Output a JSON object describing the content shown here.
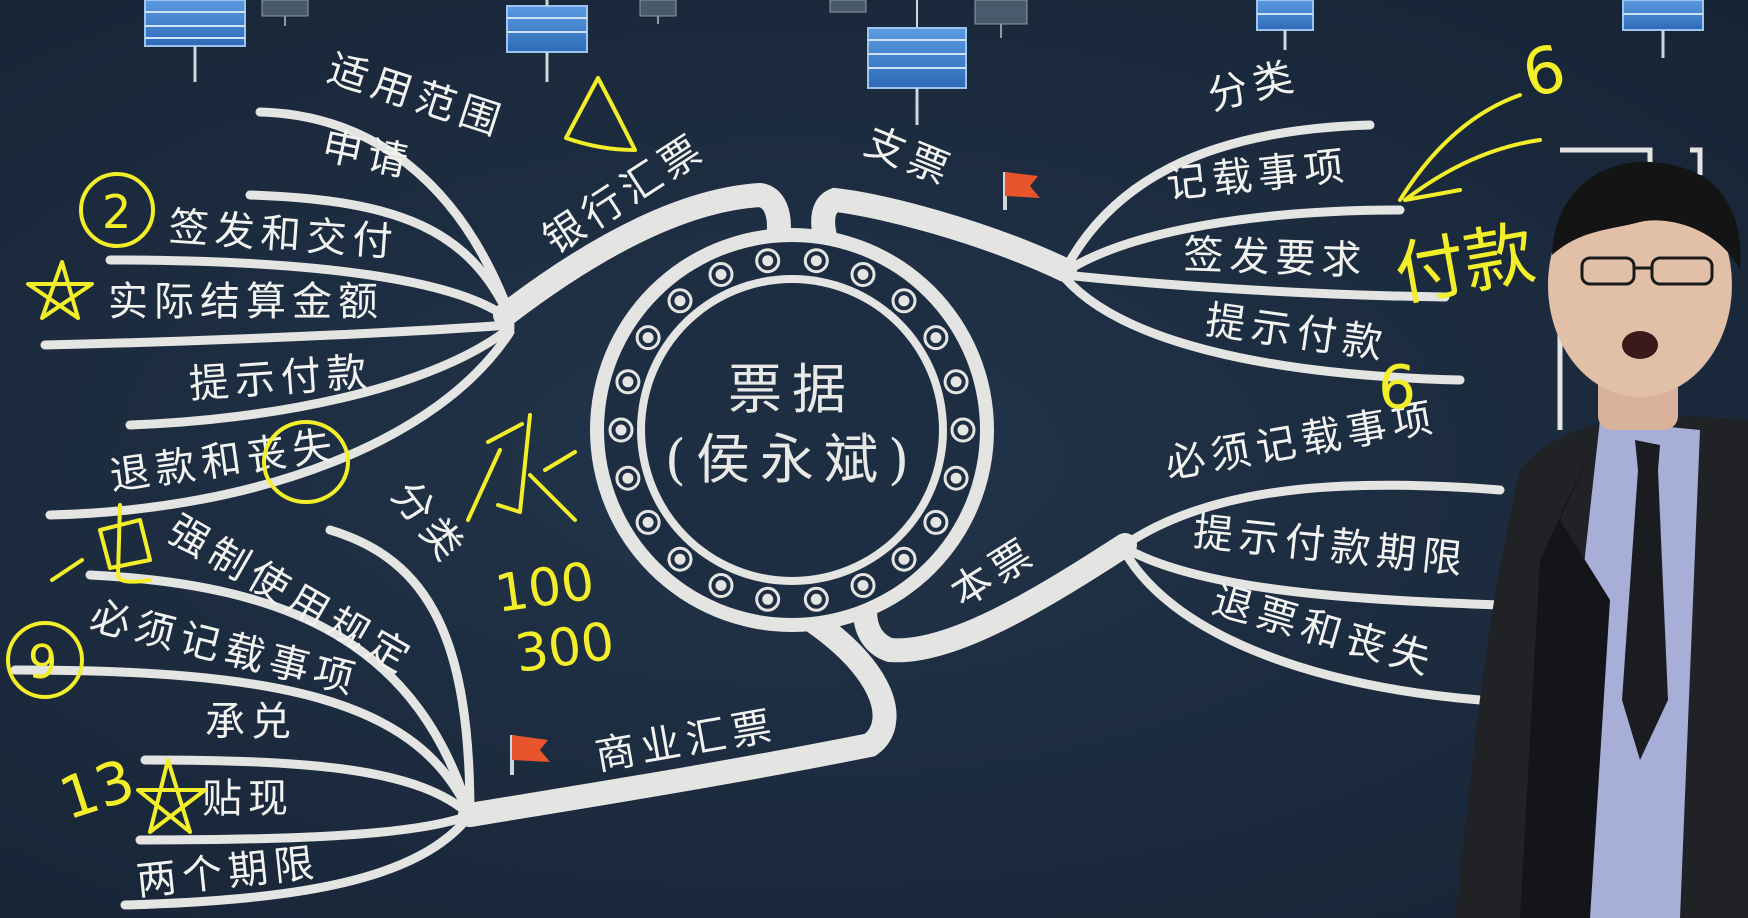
{
  "center": {
    "line1": "票据",
    "line2": "(侯永斌)"
  },
  "branches": {
    "bank_draft": {
      "title": "银行汇票",
      "items": [
        "适用范围",
        "申请",
        "签发和交付",
        "实际结算金额",
        "提示付款",
        "退款和丧失"
      ]
    },
    "check": {
      "title": "支票",
      "items": [
        "分类",
        "记载事项",
        "签发要求",
        "提示付款"
      ]
    },
    "promissory_note": {
      "title": "本票",
      "items": [
        "必须记载事项",
        "提示付款期限",
        "退票和丧失"
      ]
    },
    "commercial_draft": {
      "title": "商业汇票",
      "category_label": "分类",
      "items": [
        "强制使用规定",
        "必须记载事项",
        "承兑",
        "贴现",
        "两个期限"
      ]
    }
  },
  "handwriting": {
    "circled_two": "2",
    "circled_nine": "9",
    "num_6_top": "6",
    "num_6_bottom": "6",
    "word_fukuan": "付款",
    "char_cheng": "承",
    "num_100": "100",
    "num_300": "300",
    "num_13": "13",
    "char_dian": "电"
  },
  "colors": {
    "background": "#1c2b3e",
    "branch": "#e4e4e2",
    "annotation": "#f3ee2a",
    "flag": "#e8542b"
  }
}
